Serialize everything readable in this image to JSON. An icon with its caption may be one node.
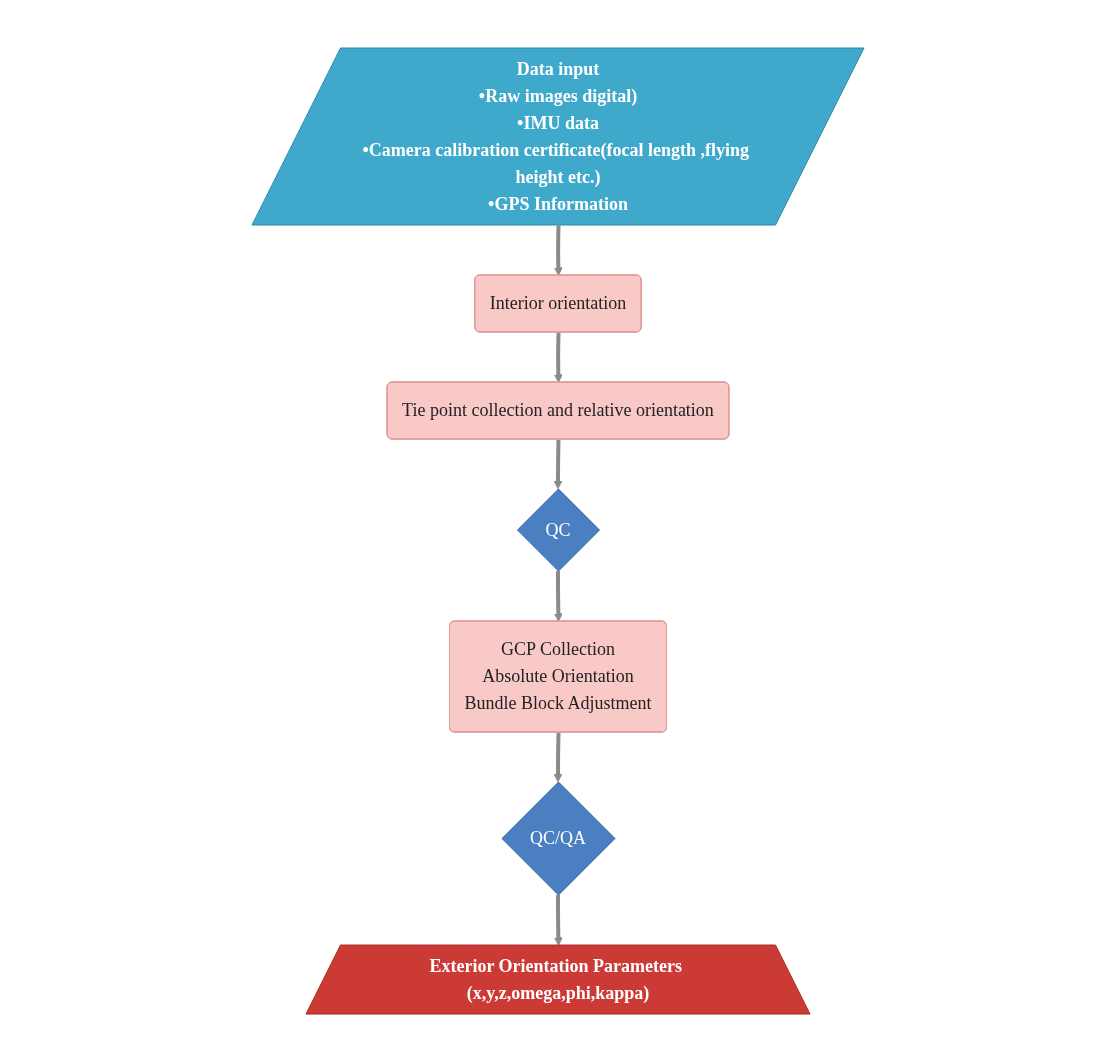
{
  "diagram": {
    "nodes": [
      {
        "text": [
          "Data input",
          "•Raw images digital)",
          "•IMU data",
          "•Camera calibration certificate(focal length ,flying height etc.)",
          "•GPS Information"
        ]
      },
      {
        "text": [
          "Interior orientation"
        ]
      },
      {
        "text": [
          "Tie point collection and relative orientation"
        ]
      },
      {
        "text": [
          "QC"
        ]
      },
      {
        "text": [
          "GCP Collection",
          "Absolute Orientation",
          "Bundle Block Adjustment"
        ]
      },
      {
        "text": [
          "QC/QA"
        ]
      },
      {
        "text": [
          "Exterior Orientation Parameters (x,y,z,omega,phi,kappa)"
        ]
      }
    ],
    "edges": [
      {
        "from": 0,
        "to": 1,
        "arrow": "to"
      },
      {
        "from": 1,
        "to": 2,
        "arrow": "to"
      },
      {
        "from": 2,
        "to": 3,
        "arrow": "to"
      },
      {
        "from": 3,
        "to": 4,
        "arrow": "to"
      },
      {
        "from": 4,
        "to": 5,
        "arrow": "to"
      },
      {
        "from": 5,
        "to": 6,
        "arrow": "to"
      }
    ]
  }
}
